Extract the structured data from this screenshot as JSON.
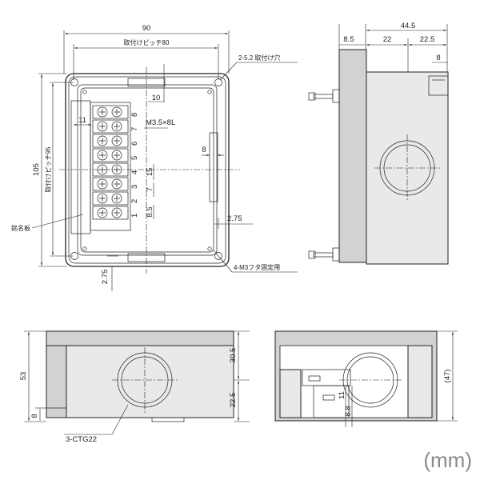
{
  "unit": "(mm)",
  "top_view": {
    "width": "90",
    "mount_pitch_x": "取付けピッチ80",
    "holes": "2-5.2 取付け穴",
    "dim_10": "10",
    "dim_11": "11",
    "screw": "M3.5×8L",
    "dim_8": "8",
    "dim_15": "15",
    "dim_7": "7",
    "dim_85": "8.5",
    "dim_275_right": "2.75",
    "dim_275_bottom": "2.75",
    "height": "105",
    "mount_pitch_y": "取付けピッチ95",
    "nameplate": "銘名板",
    "lid_screws": "4-M3フタ固定用",
    "terminal_numbers": [
      "8",
      "7",
      "6",
      "5",
      "4",
      "3",
      "2",
      "1"
    ]
  },
  "side_view": {
    "total": "44.5",
    "seg_85": "8.5",
    "seg_22": "22",
    "seg_225": "22.5",
    "seg_8": "8"
  },
  "front_view": {
    "height": "53",
    "upper": "30.5",
    "lower": "22.5",
    "base": "8",
    "conduit": "3-CTG22"
  },
  "section_view": {
    "height": "(47)",
    "dim_11": "11",
    "dim_88": "8.8"
  }
}
